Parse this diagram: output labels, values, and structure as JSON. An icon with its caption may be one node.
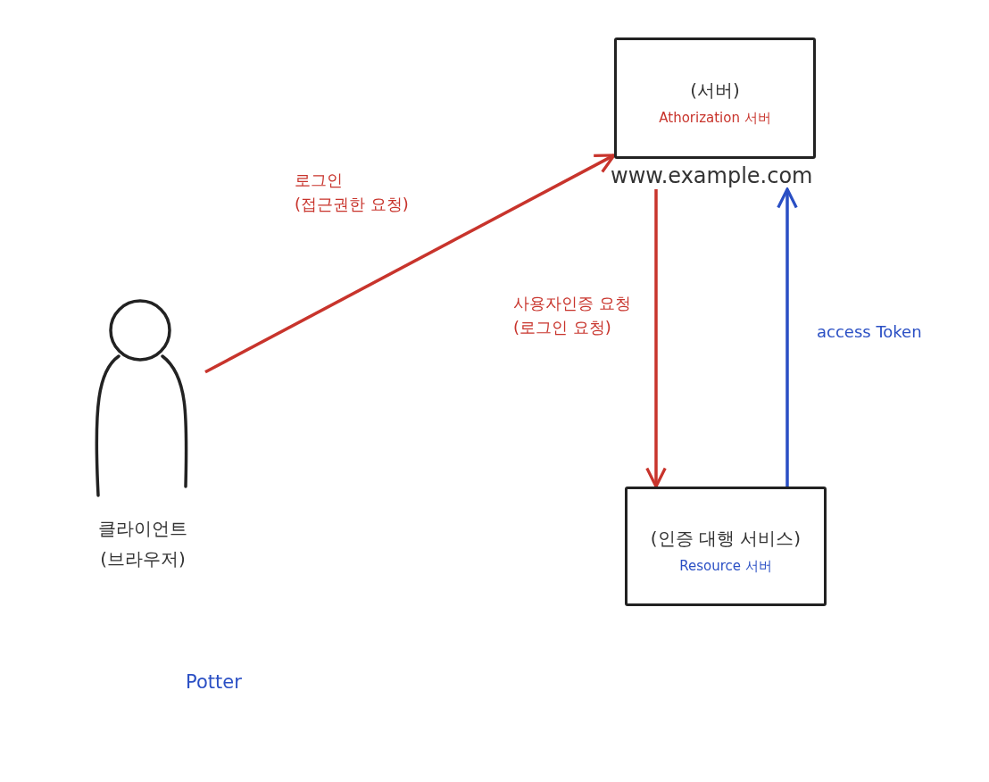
{
  "diagram": {
    "nodes": [
      {
        "text": [
          "(서버)",
          "Athorization 서버"
        ],
        "beside": [
          "www.example.com"
        ]
      },
      {
        "text": [],
        "shape": "person",
        "beside": [
          "클라이언트 (브라우저)"
        ]
      },
      {
        "text": [
          "(인증 대행 서비스)",
          "Resource 서버"
        ]
      }
    ],
    "edges": [
      {
        "from": 1,
        "to": 0,
        "arrow": "to",
        "label": "로그인 (접근권한 요청)",
        "color": "#c8342c"
      },
      {
        "from": 0,
        "to": 2,
        "arrow": "to",
        "label": "사용자인증 요청 (로그인 요청)",
        "color": "#c8342c"
      },
      {
        "from": 2,
        "to": 0,
        "arrow": "to",
        "label": "access Token",
        "color": "#2a4fc4"
      }
    ],
    "labels": [
      "Potter"
    ]
  }
}
